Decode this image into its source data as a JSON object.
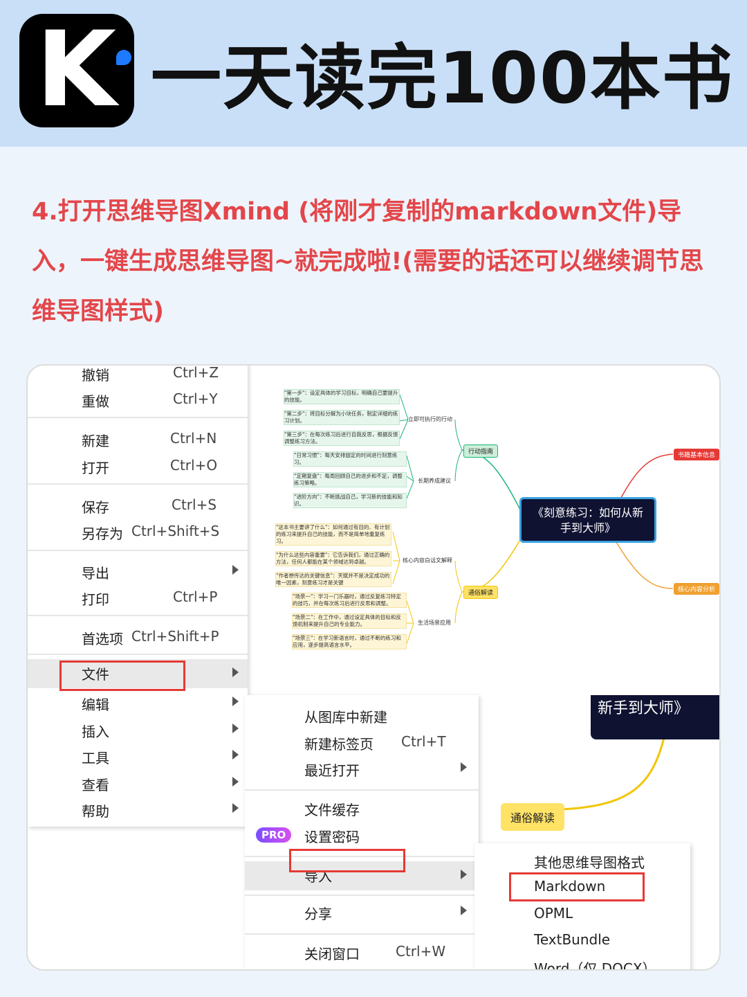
{
  "header": {
    "logo_letter": "K",
    "title": "一天读完100本书"
  },
  "instruction": "4.打开思维导图Xmind (将刚才复制的markdown文件)导入，一键生成思维导图~就完成啦!(需要的话还可以继续调节思维导图样式)",
  "colors": {
    "accent_red": "#e3464a",
    "header_bg": "#c9dff7",
    "highlight_box": "#e53935"
  },
  "main_menu": {
    "items": [
      {
        "label": "撤销",
        "shortcut": "Ctrl+Z"
      },
      {
        "label": "重做",
        "shortcut": "Ctrl+Y"
      },
      {
        "label": "新建",
        "shortcut": "Ctrl+N"
      },
      {
        "label": "打开",
        "shortcut": "Ctrl+O"
      },
      {
        "label": "保存",
        "shortcut": "Ctrl+S"
      },
      {
        "label": "另存为",
        "shortcut": "Ctrl+Shift+S"
      },
      {
        "label": "导出",
        "shortcut": ""
      },
      {
        "label": "打印",
        "shortcut": "Ctrl+P"
      },
      {
        "label": "首选项",
        "shortcut": "Ctrl+Shift+P"
      },
      {
        "label": "文件",
        "shortcut": ""
      },
      {
        "label": "编辑",
        "shortcut": ""
      },
      {
        "label": "插入",
        "shortcut": ""
      },
      {
        "label": "工具",
        "shortcut": ""
      },
      {
        "label": "查看",
        "shortcut": ""
      },
      {
        "label": "帮助",
        "shortcut": ""
      }
    ]
  },
  "file_menu": {
    "items": [
      {
        "label": "从图库中新建",
        "shortcut": ""
      },
      {
        "label": "新建标签页",
        "shortcut": "Ctrl+T"
      },
      {
        "label": "最近打开",
        "shortcut": ""
      },
      {
        "label": "文件缓存",
        "shortcut": ""
      },
      {
        "label": "设置密码",
        "shortcut": ""
      },
      {
        "label": "导入",
        "shortcut": ""
      },
      {
        "label": "分享",
        "shortcut": ""
      },
      {
        "label": "关闭窗口",
        "shortcut": "Ctrl+W"
      }
    ],
    "pro_badge": "PRO"
  },
  "import_menu": {
    "items": [
      "其他思维导图格式",
      "Markdown",
      "OPML",
      "TextBundle",
      "Word（仅.DOCX）"
    ]
  },
  "mindmap": {
    "central": "《刻意练习：如何从新手到大师》",
    "branches": {
      "action": "行动指南",
      "plain": "通俗解读",
      "basic": "书籍基本信息",
      "core": "核心内容分析"
    },
    "sub": {
      "immediate": "立即可执行的行动",
      "longterm": "长期养成建议",
      "core_plain": "核心内容白话文解释",
      "scenes": "生活场景应用"
    },
    "notes": [
      "\"第一步\"：设定具体的学习目标，明确自己要提升的技能。",
      "\"第二步\"：将目标分解为小块任务，制定详细的练习计划。",
      "\"第三步\"：在每次练习后进行自我反思，根据反馈调整练习方法。",
      "\"日常习惯\"：每天安排固定的时间进行刻意练习。",
      "\"定期复盘\"：每周回顾自己的进步和不足，调整练习策略。",
      "\"进阶方向\"：不断挑战自己，学习新的技能和知识。",
      "\"这本书主要讲了什么\"：如何通过有目的、有计划的练习来提升自己的技能，而不是简单地重复练习。",
      "\"为什么这些内容重要\"：它告诉我们，通过正确的方法，任何人都能在某个领域达到卓越。",
      "\"作者想传达的关键信息\"：天赋并不是决定成功的唯一因素，刻意练习才是关键",
      "\"场景一\"：学习一门乐器时，通过反复练习特定的技巧，并在每次练习后进行反思和调整。",
      "\"场景二\"：在工作中，通过设定具体的目标和反馈机制来提升自己的专业能力。",
      "\"场景三\"：在学习新语言时，通过不断的练习和应用，逐步提高语言水平。"
    ],
    "zoom_central": "《刻意练习：如何从新手到大师》",
    "zoom_branch": "通俗解读"
  }
}
